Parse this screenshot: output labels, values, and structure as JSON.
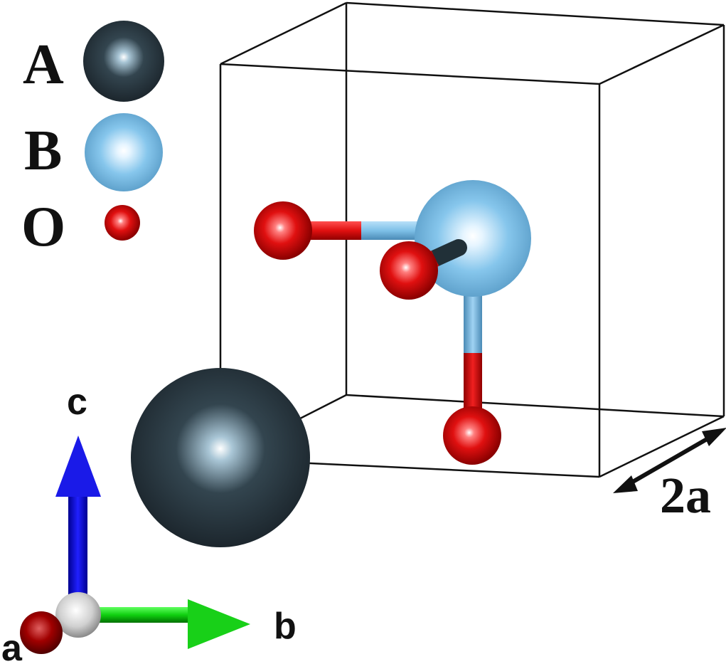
{
  "legend": {
    "items": [
      {
        "label": "A",
        "color": "#2e3f4a"
      },
      {
        "label": "B",
        "color": "#7ec0e8"
      },
      {
        "label": "O",
        "color": "#e01010"
      }
    ]
  },
  "cell": {
    "dimension_label": "2a",
    "edge_color": "#111111"
  },
  "axes": {
    "c_label": "c",
    "b_label": "b",
    "a_label": "a",
    "c_color": "#1010e0",
    "b_color": "#10d010",
    "a_color": "#a00000",
    "origin_color": "#d8d8d8"
  },
  "bonds": {
    "b_color": "#7ec0e8",
    "o_color": "#e01010"
  }
}
